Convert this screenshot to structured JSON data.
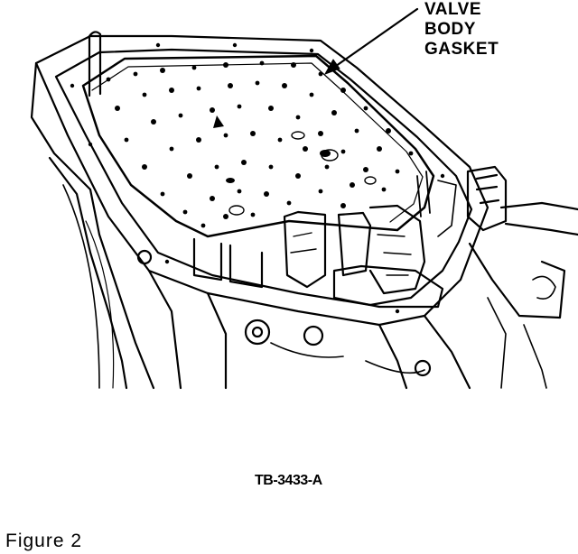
{
  "callout": {
    "lines": [
      "VALVE",
      "BODY",
      "GASKET"
    ]
  },
  "reference_code": "TB-3433-A",
  "caption": "Figure 2"
}
